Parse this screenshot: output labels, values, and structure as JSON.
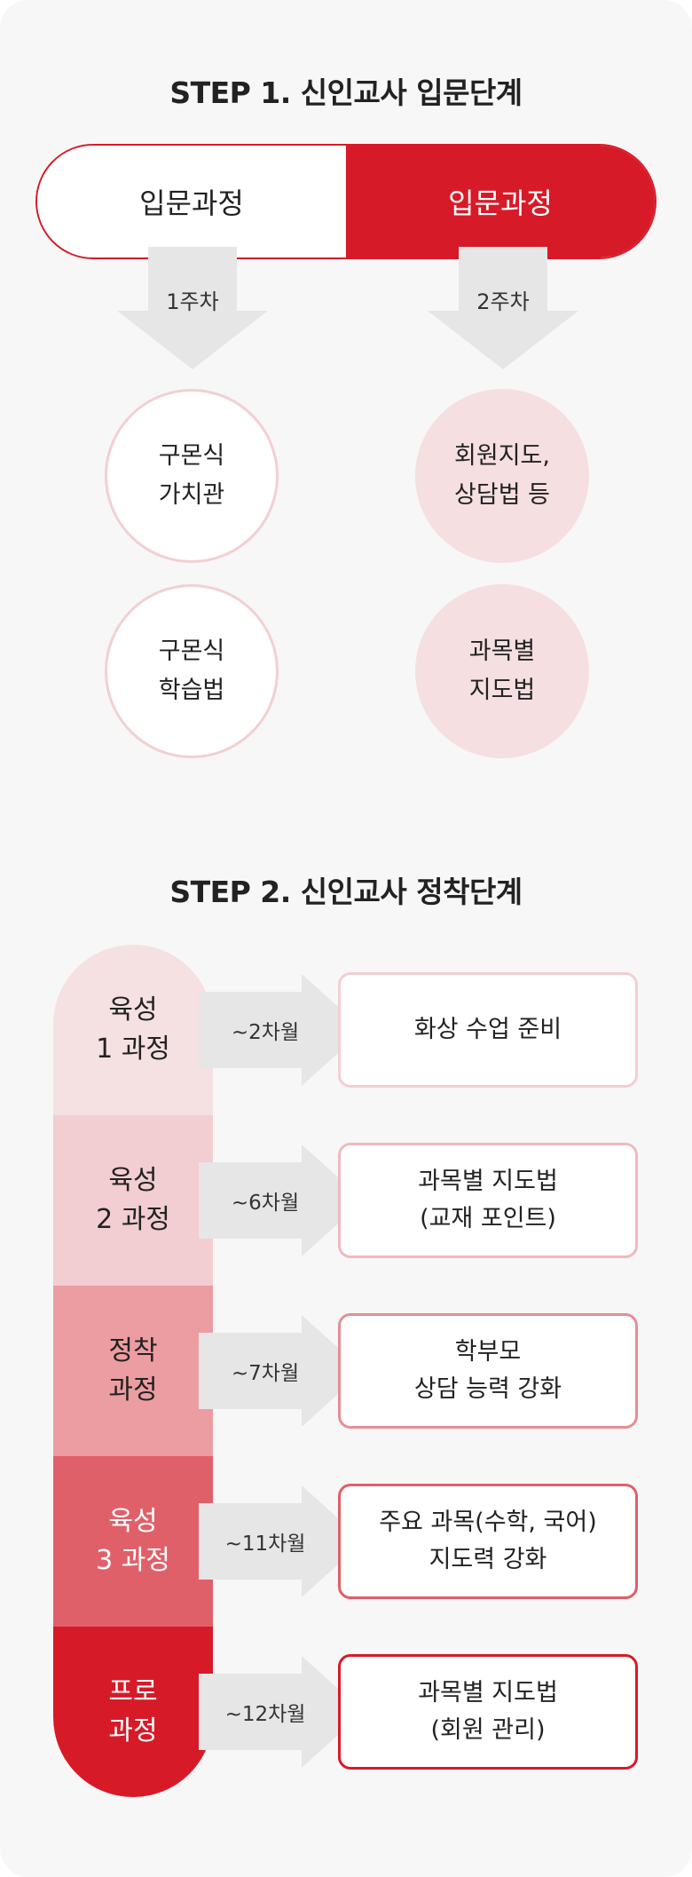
{
  "step1": {
    "title": "STEP 1. 신인교사 입문단계",
    "pill_left": "입문과정",
    "pill_right": "입문과정",
    "week1": "1주차",
    "week2": "2주차",
    "circles_left": [
      "구몬식\n가치관",
      "구몬식\n학습법"
    ],
    "circles_right": [
      "회원지도,\n상담법 등",
      "과목별\n지도법"
    ]
  },
  "step2": {
    "title": "STEP 2. 신인교사 정착단계",
    "stages": [
      {
        "label": "육성\n1 과정",
        "period": "~2차월",
        "result": "화상 수업 준비",
        "bg": "#f5e0e2",
        "fg": "#222222",
        "border": "#f3cfd2"
      },
      {
        "label": "육성\n2 과정",
        "period": "~6차월",
        "result": "과목별 지도법\n(교재 포인트)",
        "bg": "#f2cdd1",
        "fg": "#222222",
        "border": "#efb9be"
      },
      {
        "label": "정착\n과정",
        "period": "~7차월",
        "result": "학부모\n상담 능력 강화",
        "bg": "#ec9da2",
        "fg": "#222222",
        "border": "#e58e94"
      },
      {
        "label": "육성\n3 과정",
        "period": "~11차월",
        "result": "주요 과목(수학, 국어)\n지도력 강화",
        "bg": "#e0606a",
        "fg": "#ffffff",
        "border": "#df5f68"
      },
      {
        "label": "프로\n과정",
        "period": "~12차월",
        "result": "과목별 지도법\n(회원 관리)",
        "bg": "#d71a28",
        "fg": "#ffffff",
        "border": "#d71a28"
      }
    ]
  },
  "colors": {
    "accent": "#d71a28",
    "arrow": "#e6e6e6",
    "card_bg": "#f7f7f7"
  }
}
